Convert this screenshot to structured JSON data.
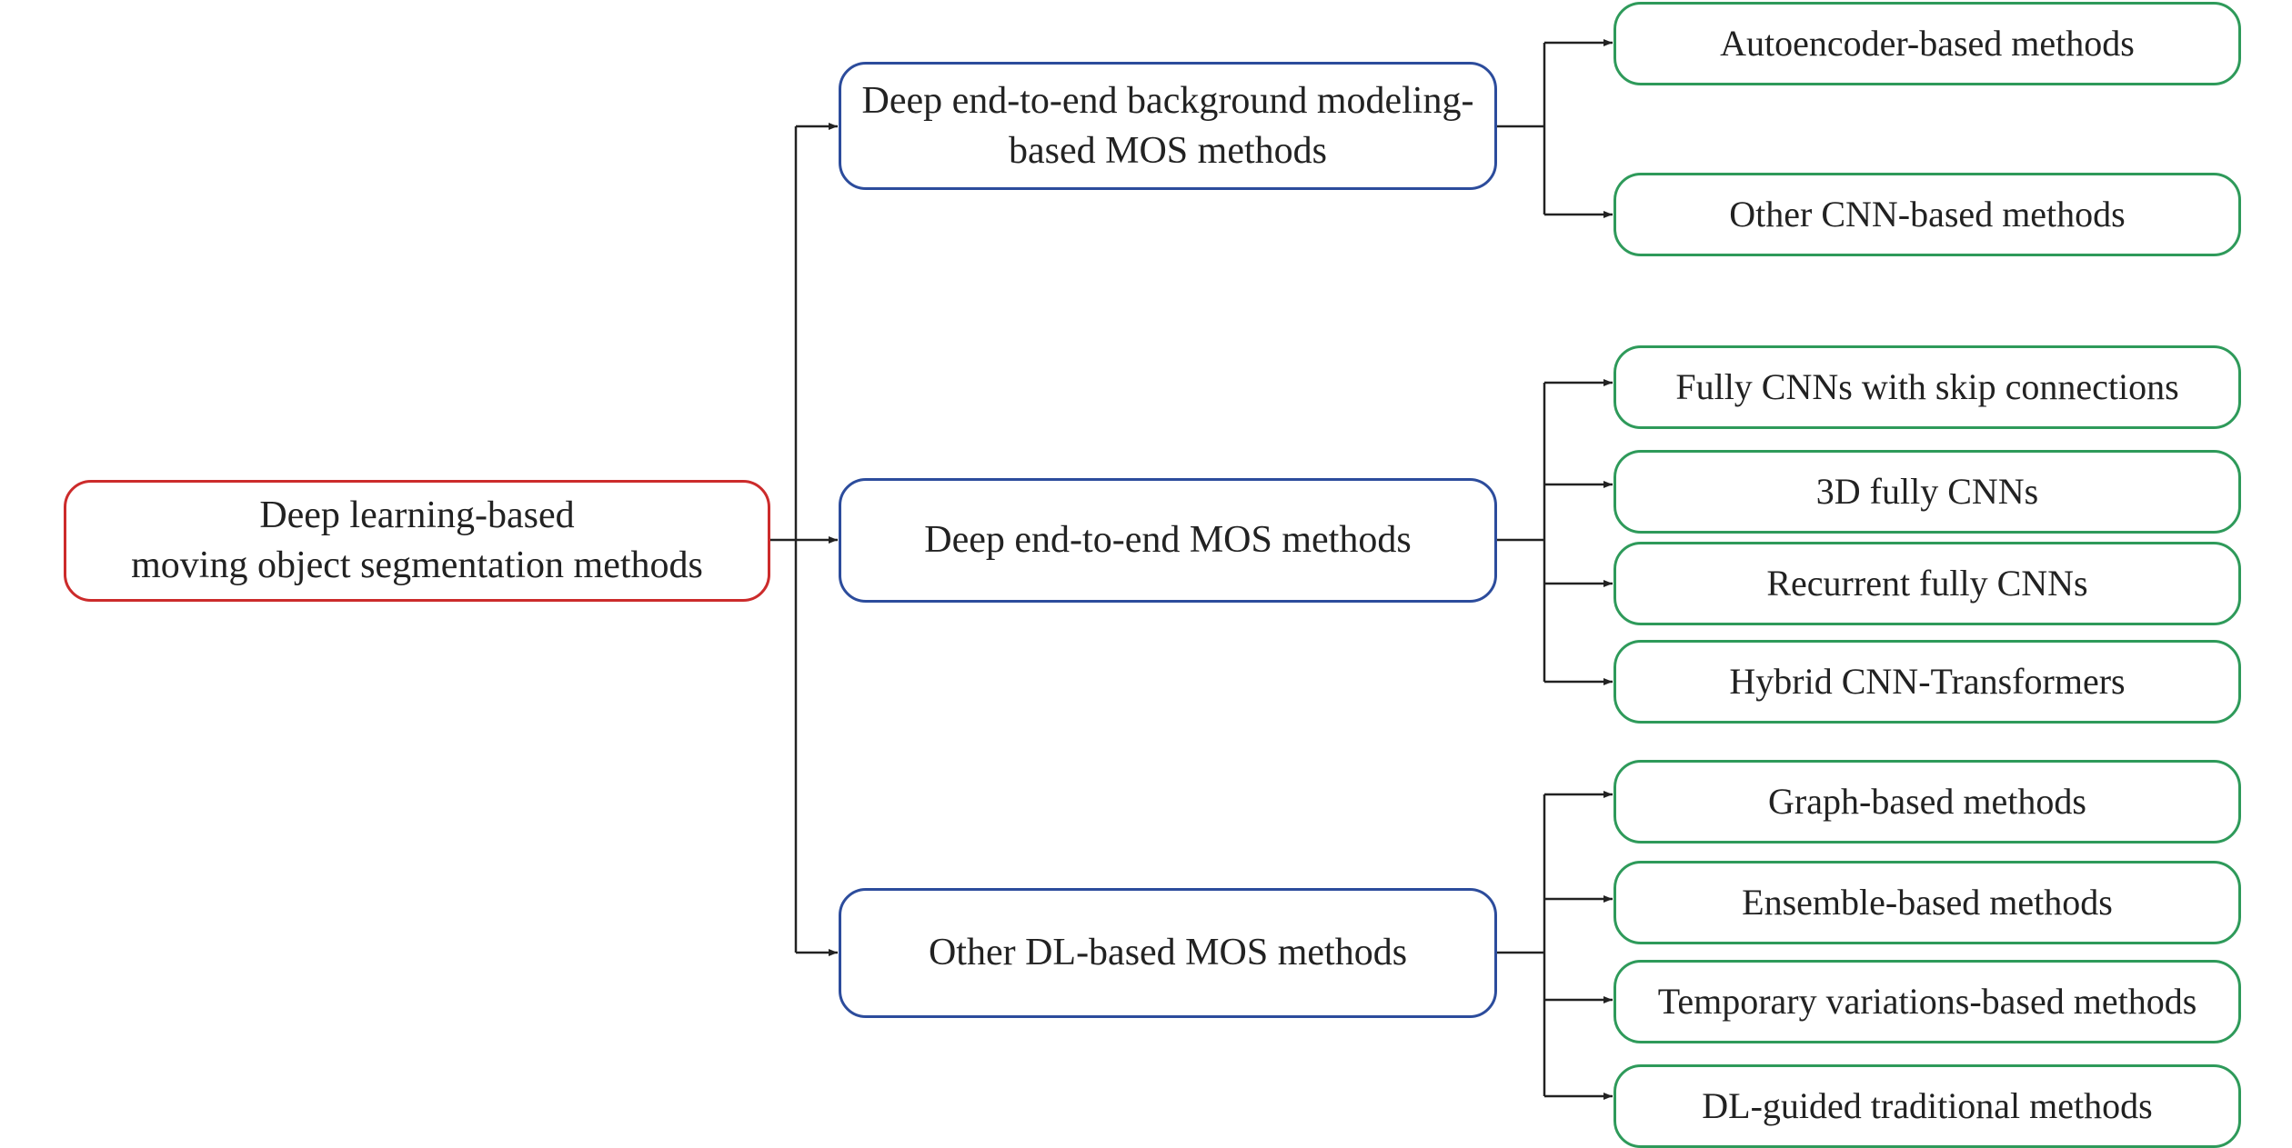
{
  "colors": {
    "root_border": "#cc2b2b",
    "category_border": "#2c4c9c",
    "method_border": "#2e9a5a",
    "connector": "#222222"
  },
  "diagram": {
    "root": {
      "label": "Deep learning-based\nmoving object segmentation methods"
    },
    "categories": [
      {
        "label": "Deep end-to-end background modeling-\nbased MOS methods",
        "children": [
          "Autoencoder-based methods",
          "Other CNN-based methods"
        ]
      },
      {
        "label": "Deep end-to-end MOS methods",
        "children": [
          "Fully CNNs with skip connections",
          "3D fully CNNs",
          "Recurrent fully CNNs",
          "Hybrid CNN-Transformers"
        ]
      },
      {
        "label": "Other DL-based MOS methods",
        "children": [
          "Graph-based methods",
          "Ensemble-based methods",
          "Temporary variations-based methods",
          "DL-guided traditional methods"
        ]
      }
    ]
  }
}
